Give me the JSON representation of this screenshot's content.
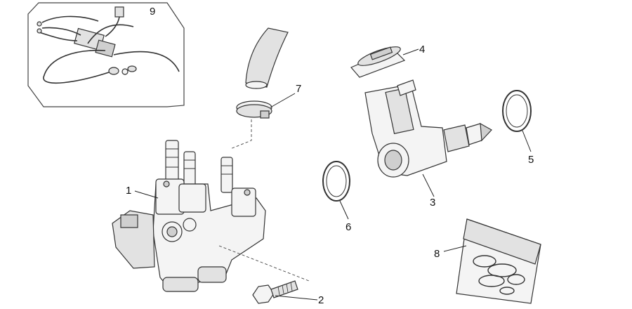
{
  "labels": {
    "p1": "1",
    "p2": "2",
    "p3": "3",
    "p4": "4",
    "p5": "5",
    "p6": "6",
    "p7": "7",
    "p8": "8",
    "p9": "9"
  }
}
